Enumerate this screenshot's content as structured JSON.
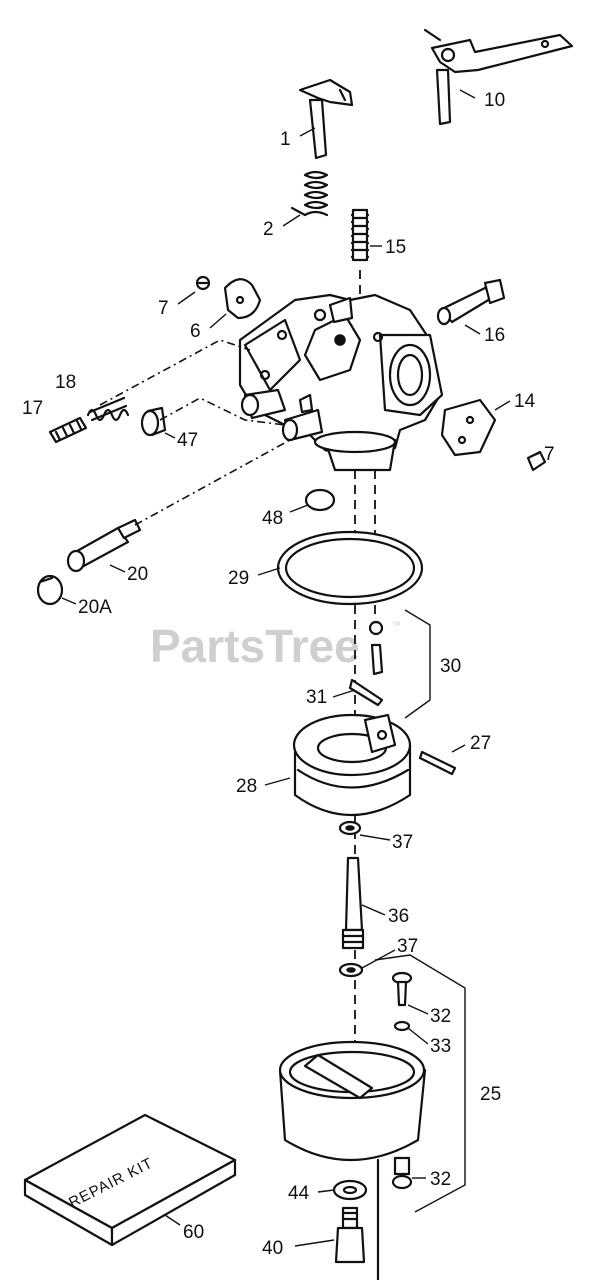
{
  "watermark": {
    "text": "PartsTree",
    "trademark": "™"
  },
  "repair_kit_label": "REPAIR KIT",
  "callouts": {
    "c1": "1",
    "c2": "2",
    "c6": "6",
    "c7a": "7",
    "c7b": "7",
    "c10": "10",
    "c14": "14",
    "c15": "15",
    "c16": "16",
    "c17": "17",
    "c18": "18",
    "c20": "20",
    "c20a": "20A",
    "c25": "25",
    "c27": "27",
    "c28": "28",
    "c29": "29",
    "c30": "30",
    "c31": "31",
    "c32a": "32",
    "c32b": "32",
    "c33": "33",
    "c36": "36",
    "c37a": "37",
    "c37b": "37",
    "c40": "40",
    "c44": "44",
    "c47": "47",
    "c48": "48",
    "c60": "60"
  }
}
